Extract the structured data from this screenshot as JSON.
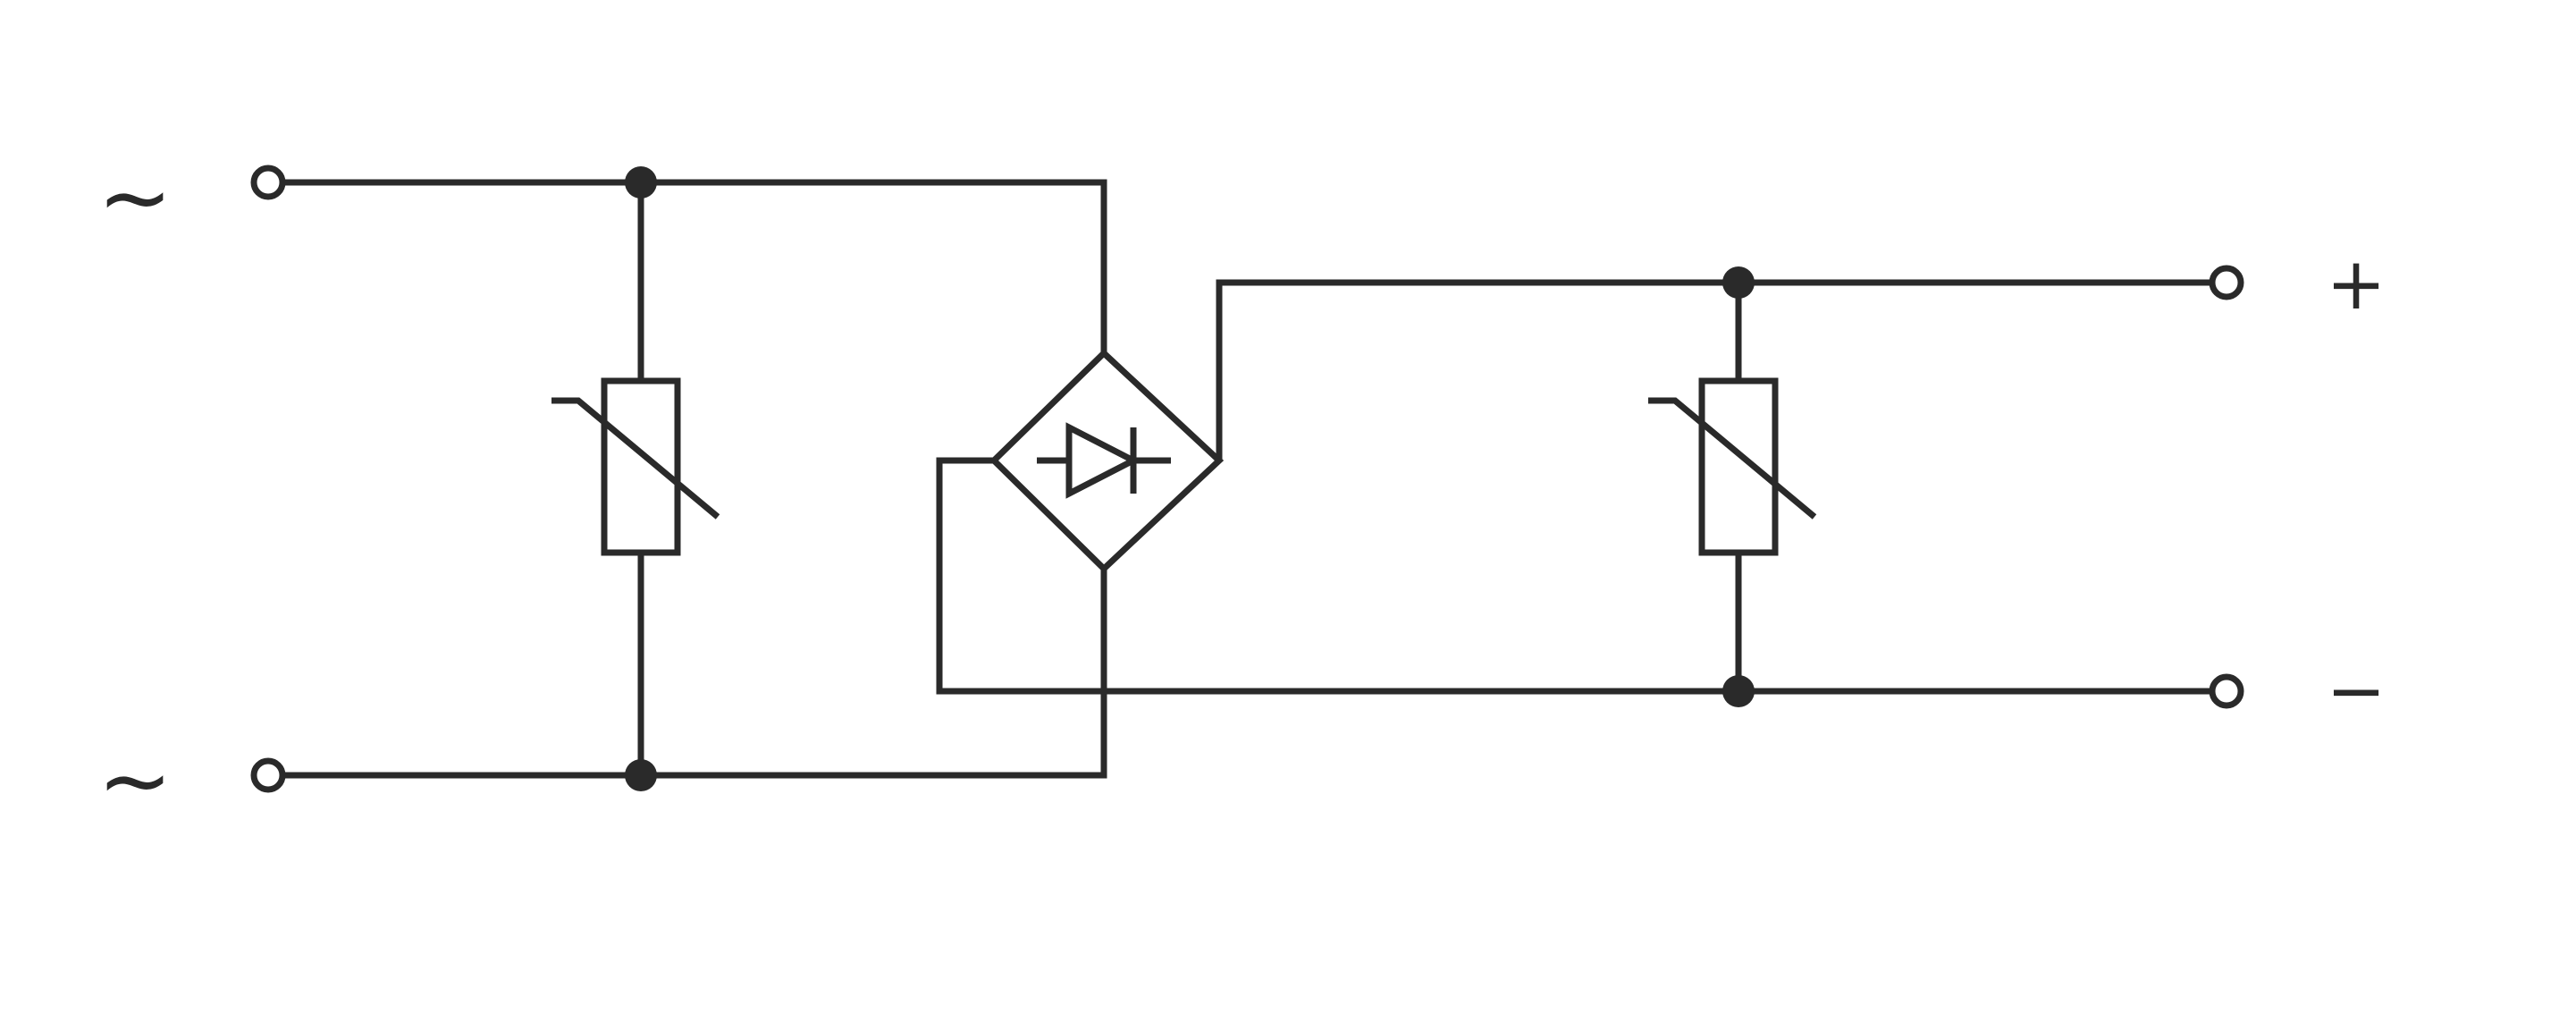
{
  "diagram": {
    "type": "circuit-schematic",
    "description": "AC to DC bridge rectifier circuit with varistor surge protection on input and output sides",
    "labels": {
      "ac_input_top": "~",
      "ac_input_bottom": "~",
      "dc_output_positive": "+",
      "dc_output_negative": "−"
    },
    "components": [
      {
        "name": "varistor-left",
        "type": "varistor"
      },
      {
        "name": "bridge-rectifier",
        "type": "bridge-rectifier"
      },
      {
        "name": "varistor-right",
        "type": "varistor"
      }
    ],
    "terminals": [
      {
        "name": "ac-terminal-top",
        "side": "left"
      },
      {
        "name": "ac-terminal-bottom",
        "side": "left"
      },
      {
        "name": "dc-terminal-plus",
        "side": "right"
      },
      {
        "name": "dc-terminal-minus",
        "side": "right"
      }
    ],
    "colors": {
      "stroke": "#2a2a2a",
      "background": "#ffffff"
    }
  }
}
